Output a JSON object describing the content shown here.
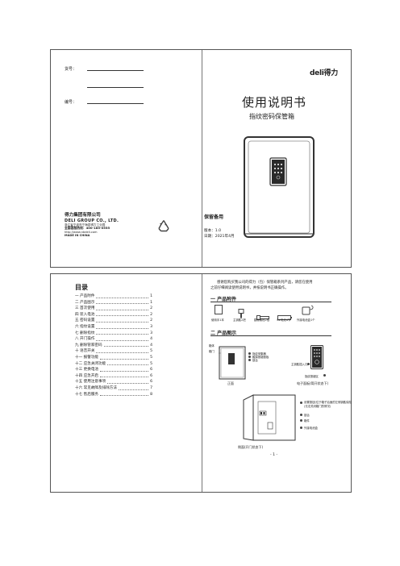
{
  "cover": {
    "goods_no_label": "货号：",
    "model_no_label": "编号：",
    "brand_logo": "deli得力",
    "title": "使用说明书",
    "subtitle": "指纹密码保管箱",
    "company_cn": "得力集团有限公司",
    "company_en": "DELI GROUP CO., LTD.",
    "address": "浙江省宁波市宁海县得力工业园",
    "hotline": "全国客服热线：400-185-0555",
    "website": "http://www.nbdeli.com",
    "made_in": "MADE IN CHINA",
    "keep_note": "保留备用",
    "version": "版本：1.0",
    "date": "日期：2021年4月",
    "recycle_icon": "recycle-icon"
  },
  "toc": {
    "title": "目录",
    "items": [
      {
        "label": "一 产品附件",
        "page": "1"
      },
      {
        "label": "二 产品图示",
        "page": "1"
      },
      {
        "label": "三 首次使用",
        "page": "2"
      },
      {
        "label": "四 装入电池",
        "page": "2"
      },
      {
        "label": "五 密码设置",
        "page": "2"
      },
      {
        "label": "六 指纹设置",
        "page": "3"
      },
      {
        "label": "七 删除指纹",
        "page": "3"
      },
      {
        "label": "八 开门操作",
        "page": "4"
      },
      {
        "label": "九 删除管家密码",
        "page": "4"
      },
      {
        "label": "十 语音开关",
        "page": "5"
      },
      {
        "label": "十一 报警功能",
        "page": "5"
      },
      {
        "label": "十二 应急关闭功能",
        "page": "5"
      },
      {
        "label": "十三 更换电池",
        "page": "6"
      },
      {
        "label": "十四 应急开启",
        "page": "6"
      },
      {
        "label": "十五 使用注意事项",
        "page": "6"
      },
      {
        "label": "十六 常见故障及排除方法",
        "page": "7"
      },
      {
        "label": "十七 售后服务",
        "page": "8"
      }
    ]
  },
  "content": {
    "intro_line1": "感谢您购买我公司的得力（包）保管箱系列产品，请您在使用",
    "intro_line2": "之前仔细阅读使用说明书，并按说明书正确操作。",
    "sec1_title": "一 产品附件",
    "accessories": [
      "使用手1本",
      "主钥匙2把",
      "膨胀螺栓2根",
      "5#电池4节",
      "外接电池盒1个"
    ],
    "sec2_title": "二 产品图示",
    "front_labels": [
      "箱体",
      "箱门"
    ],
    "front_right_labels": [
      "指纹采集器",
      "触摸按键面板",
      "锁舌"
    ],
    "panel_labels": [
      "主钥匙插入孔",
      "指纹按键区"
    ],
    "front_view_caption": "正面",
    "panel_caption": "电子面板(简开状态下)",
    "inner_labels": [
      "设置按钮(位于箱子后面的左侧钥匙保险",
      "(无法关闭箱门的情况)",
      "锁舌",
      "箱件",
      "外接电池盒"
    ],
    "inner_caption": "侧面(开门状态下)",
    "page_number": "- 1 -"
  }
}
